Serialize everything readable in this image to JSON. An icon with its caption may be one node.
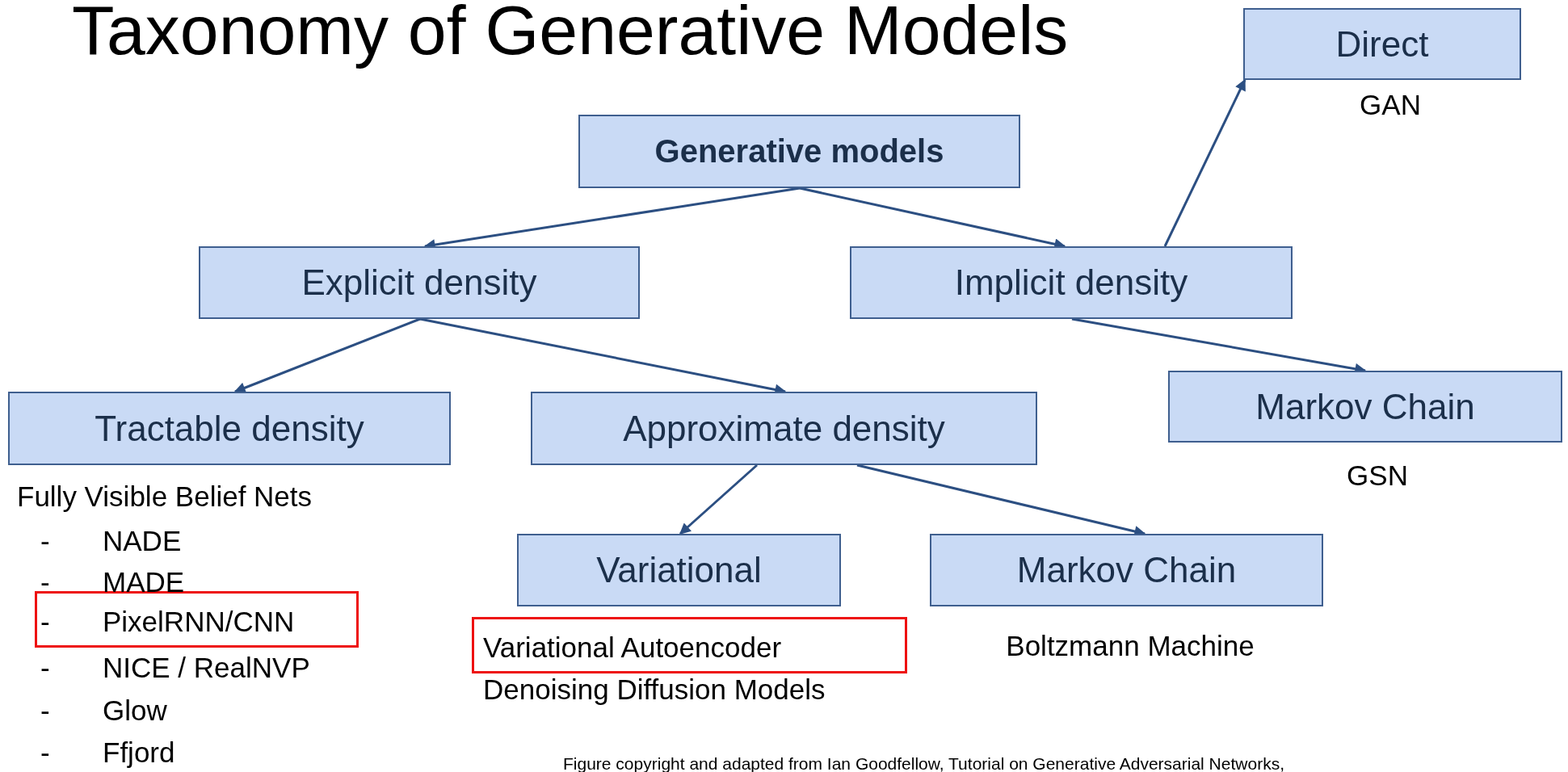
{
  "diagram": {
    "title": "Taxonomy of Generative Models",
    "caption": "Figure copyright and adapted from Ian Goodfellow, Tutorial on Generative Adversarial Networks,",
    "nodes": [
      {
        "text": [
          "Generative models"
        ]
      },
      {
        "text": [
          "Explicit density"
        ]
      },
      {
        "text": [
          "Implicit density"
        ]
      },
      {
        "text": [
          "Direct"
        ],
        "beside": [
          "GAN"
        ]
      },
      {
        "text": [
          "Tractable density"
        ]
      },
      {
        "text": [
          "Approximate density"
        ]
      },
      {
        "text": [
          "Markov Chain"
        ],
        "beside": [
          "GSN"
        ]
      },
      {
        "text": [
          "Variational"
        ]
      },
      {
        "text": [
          "Markov Chain"
        ],
        "beside": [
          "Boltzmann Machine"
        ]
      },
      {
        "text": [
          "-",
          "PixelRNN/CNN"
        ]
      },
      {
        "text": [
          "Variational Autoencoder"
        ]
      }
    ],
    "edges": [
      {
        "from": 0,
        "to": 1,
        "arrow": "to"
      },
      {
        "from": 0,
        "to": 2,
        "arrow": "to"
      },
      {
        "from": 2,
        "to": 3,
        "arrow": "to"
      },
      {
        "from": 2,
        "to": 6,
        "arrow": "to"
      },
      {
        "from": 1,
        "to": 4,
        "arrow": "to"
      },
      {
        "from": 1,
        "to": 5,
        "arrow": "to"
      },
      {
        "from": 5,
        "to": 7,
        "arrow": "to"
      },
      {
        "from": 5,
        "to": 8,
        "arrow": "to"
      }
    ],
    "labels": [
      "Fully Visible Belief Nets",
      "-",
      "NADE",
      "-",
      "MADE",
      "-",
      "NICE / RealNVP",
      "-",
      "Glow",
      "-",
      "Ffjord",
      "Denoising Diffusion Models"
    ]
  }
}
